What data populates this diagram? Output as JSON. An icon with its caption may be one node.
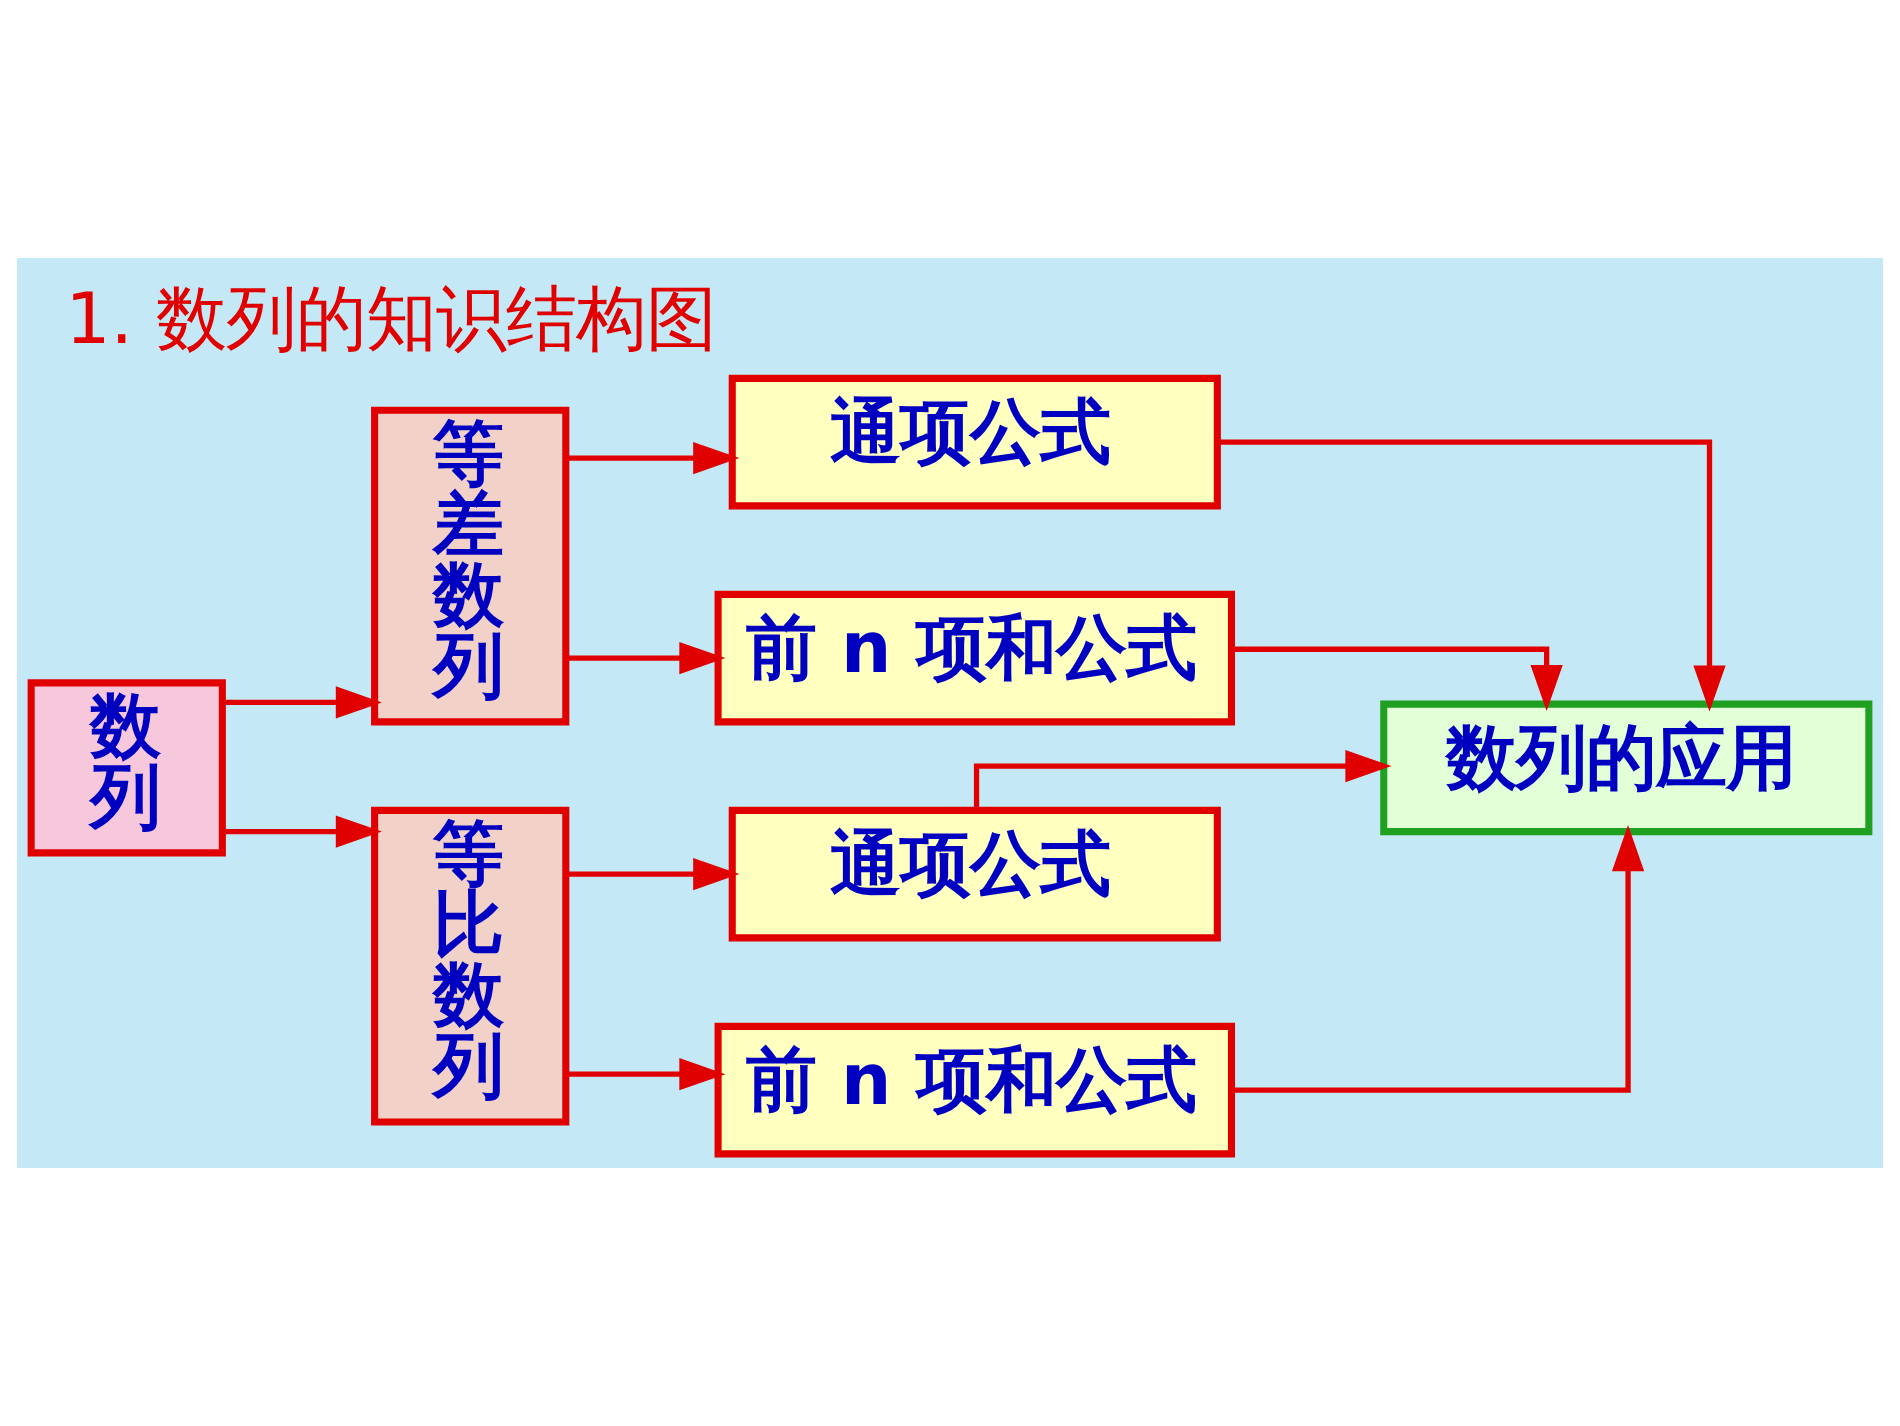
{
  "diagram": {
    "title": "1. 数列的知识结构图",
    "nodes": [
      {
        "text": [
          "数列"
        ]
      },
      {
        "text": [
          "等差数列"
        ]
      },
      {
        "text": [
          "通项公式"
        ]
      },
      {
        "text": [
          "前 n 项和公式"
        ]
      },
      {
        "text": [
          "等比数列"
        ]
      },
      {
        "text": [
          "通项公式"
        ]
      },
      {
        "text": [
          "前 n 项和公式"
        ]
      },
      {
        "text": [
          "数列的应用"
        ]
      }
    ],
    "edges": [
      {
        "from": 0,
        "to": 1,
        "arrow": "to"
      },
      {
        "from": 0,
        "to": 4,
        "arrow": "to"
      },
      {
        "from": 1,
        "to": 2,
        "arrow": "to"
      },
      {
        "from": 1,
        "to": 3,
        "arrow": "to"
      },
      {
        "from": 4,
        "to": 5,
        "arrow": "to"
      },
      {
        "from": 4,
        "to": 6,
        "arrow": "to"
      },
      {
        "from": 2,
        "to": 7,
        "arrow": "to"
      },
      {
        "from": 3,
        "to": 7,
        "arrow": "to"
      },
      {
        "from": 5,
        "to": 7,
        "arrow": "to"
      },
      {
        "from": 6,
        "to": 7,
        "arrow": "to"
      }
    ]
  }
}
